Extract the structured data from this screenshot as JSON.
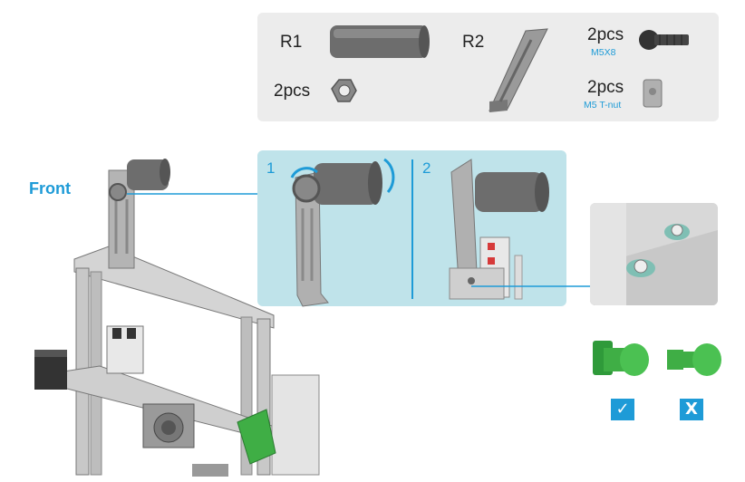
{
  "parts_box": {
    "r1_label": "R1",
    "r2_label": "R2",
    "nut_qty": "2pcs",
    "screw_qty": "2pcs",
    "screw_spec": "M5X8",
    "tnut_qty": "2pcs",
    "tnut_spec": "M5 T-nut"
  },
  "front_label": "Front",
  "steps": {
    "step1": "1",
    "step2": "2"
  },
  "verdict": {
    "correct_mark": "✓",
    "wrong_mark": "X"
  },
  "colors": {
    "accent": "#1e9bd7",
    "panel": "#bfe3ea",
    "parts_bg": "#ececec",
    "green": "#3fae45"
  },
  "icons": {
    "correct": "check-icon",
    "wrong": "cross-icon"
  }
}
